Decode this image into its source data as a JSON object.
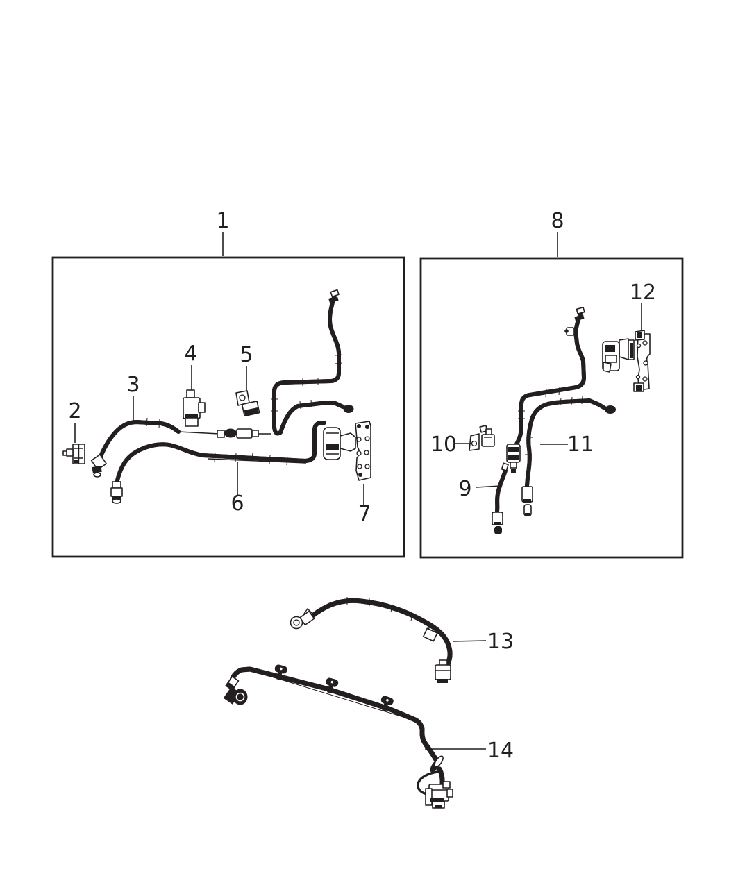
{
  "diagram": {
    "background": "#ffffff",
    "line_color": "#231f20",
    "callouts": [
      "1",
      "2",
      "3",
      "4",
      "5",
      "6",
      "7",
      "8",
      "9",
      "10",
      "11",
      "12",
      "13",
      "14"
    ]
  }
}
